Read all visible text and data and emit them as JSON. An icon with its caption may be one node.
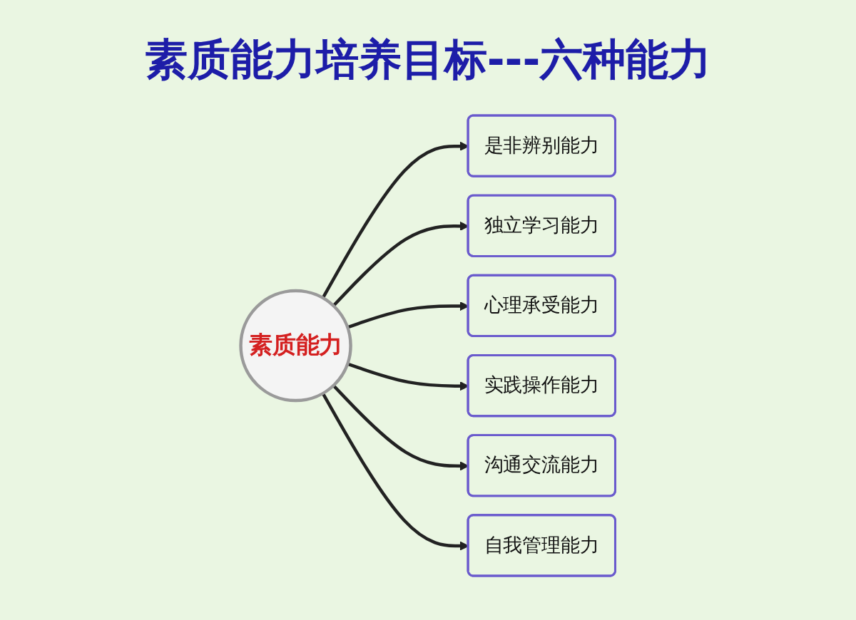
{
  "diagram": {
    "title": "素质能力培养目标---六种能力",
    "nodes": [
      {
        "text": [
          "素质能力"
        ]
      },
      {
        "text": [
          "是非辨别能力"
        ]
      },
      {
        "text": [
          "独立学习能力"
        ]
      },
      {
        "text": [
          "心理承受能力"
        ]
      },
      {
        "text": [
          "实践操作能力"
        ]
      },
      {
        "text": [
          "沟通交流能力"
        ]
      },
      {
        "text": [
          "自我管理能力"
        ]
      }
    ],
    "edges": [
      {
        "from": 0,
        "to": 1,
        "arrow": "to"
      },
      {
        "from": 0,
        "to": 2,
        "arrow": "to"
      },
      {
        "from": 0,
        "to": 3,
        "arrow": "to"
      },
      {
        "from": 0,
        "to": 4,
        "arrow": "to"
      },
      {
        "from": 0,
        "to": 5,
        "arrow": "to"
      },
      {
        "from": 0,
        "to": 6,
        "arrow": "to"
      }
    ]
  }
}
